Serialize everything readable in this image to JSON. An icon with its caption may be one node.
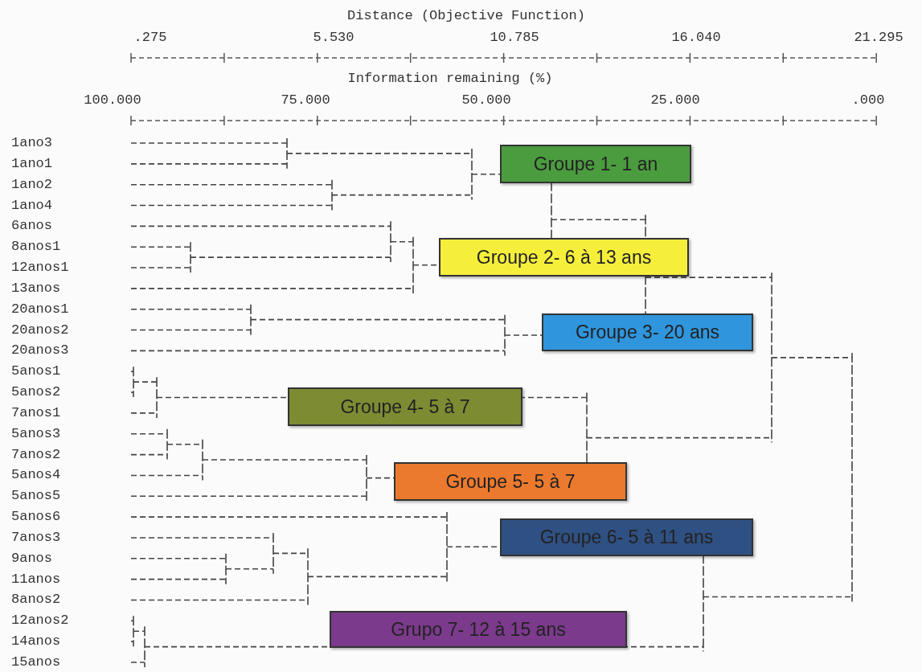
{
  "diagram": {
    "nodes": [
      {
        "text": [
          "Groupe 1- 1 an"
        ]
      },
      {
        "text": [
          "Groupe 2- 6 à 13 ans"
        ]
      },
      {
        "text": [
          "Groupe 3- 20 ans"
        ]
      },
      {
        "text": [
          "Groupe 4- 5 à 7"
        ]
      },
      {
        "text": [
          "Groupe 5- 5 à 7"
        ]
      },
      {
        "text": [
          "Groupe 6- 5 à 11 ans"
        ]
      },
      {
        "text": [
          "Grupo 7- 12 à 15 ans"
        ]
      }
    ],
    "labels": [
      "Distance (Objective Function)",
      ".275",
      "5.530",
      "10.785",
      "16.040",
      "21.295",
      "Information remaining (%)",
      "100.000",
      "75.000",
      "50.000",
      "25.000",
      ".000",
      "1ano3",
      "1ano1",
      "1ano2",
      "1ano4",
      "6anos",
      "8anos1",
      "12anos1",
      "13anos",
      "20anos1",
      "20anos2",
      "20anos3",
      "5anos1",
      "5anos2",
      "7anos1",
      "5anos3",
      "7anos2",
      "5anos4",
      "5anos5",
      "5anos6",
      "7anos3",
      "9anos",
      "11anos",
      "8anos2",
      "12anos2",
      "14anos",
      "15anos"
    ]
  }
}
